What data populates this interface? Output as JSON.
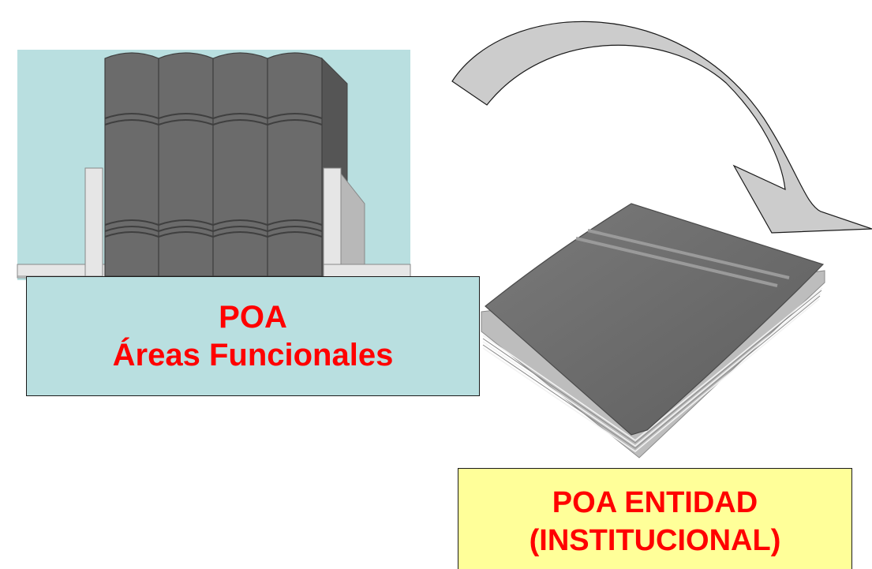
{
  "diagram": {
    "areas_label": {
      "line1": "POA",
      "line2": "Áreas Funcionales"
    },
    "entidad_label": {
      "line1": "POA ENTIDAD",
      "line2": "(INSTITUCIONAL)"
    }
  },
  "colors": {
    "label_text": "#ff0000",
    "areas_box_fill": "#b9dfe0",
    "entidad_box_fill": "#ffff99",
    "binders_background": "#b9dfe0",
    "binder_gray": "#666666",
    "bookend_gray": "#e6e6e6",
    "book_cover": "#666666",
    "pages_gray": "#d9d9d9",
    "arrow_fill": "#cccccc"
  }
}
